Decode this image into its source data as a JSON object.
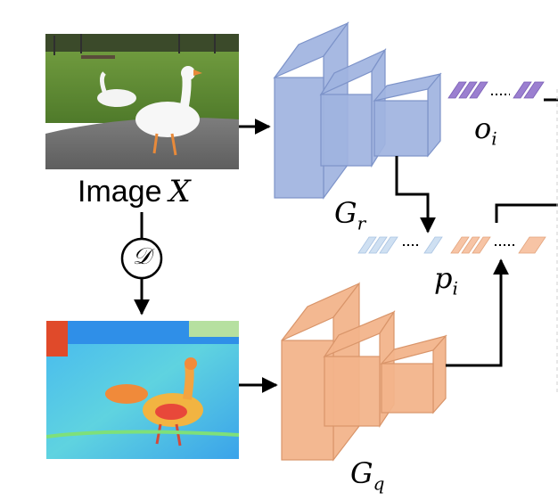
{
  "input": {
    "image_word": "Image",
    "image_symbol": "X"
  },
  "operator": {
    "symbol": "𝒟"
  },
  "networks": {
    "gr": {
      "letter": "G",
      "sub": "r"
    },
    "gq": {
      "letter": "G",
      "sub": "q"
    }
  },
  "features": {
    "o": {
      "letter": "o",
      "sub": "i"
    },
    "p": {
      "letter": "p",
      "sub": "i"
    }
  },
  "colors": {
    "blue_block": "#9fb3e0",
    "blue_edge": "#7d93c9",
    "orange_block": "#f2b48a",
    "orange_edge": "#d9956a",
    "purple_bar": "#9b7fd0",
    "light_blue_bar": "#cfe0f2",
    "light_orange_bar": "#f7c4a5",
    "arrow": "#000000"
  }
}
